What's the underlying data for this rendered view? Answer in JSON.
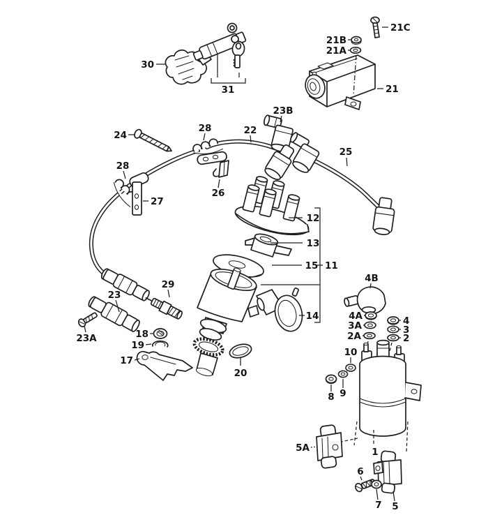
{
  "diagram": {
    "kind": "exploded-parts-diagram",
    "background": "#ffffff",
    "line_color": "#1f1f1f",
    "label_color": "#141414"
  },
  "labels": {
    "p1": "1",
    "p2": "2",
    "p2a": "2A",
    "p3": "3",
    "p3a": "3A",
    "p4": "4",
    "p4a": "4A",
    "p4b": "4B",
    "p5": "5",
    "p5a": "5A",
    "p6": "6",
    "p7": "7",
    "p8": "8",
    "p9": "9",
    "p10": "10",
    "p11": "11",
    "p12": "12",
    "p13": "13",
    "p14": "14",
    "p15": "15",
    "p17": "17",
    "p18": "18",
    "p19": "19",
    "p20": "20",
    "p21": "21",
    "p21a": "21A",
    "p21b": "21B",
    "p21c": "21C",
    "p22": "22",
    "p23": "23",
    "p23a": "23A",
    "p23b": "23B",
    "p24": "24",
    "p25": "25",
    "p26": "26",
    "p27": "27",
    "p28": "28",
    "p29": "29",
    "p30": "30",
    "p31": "31"
  }
}
